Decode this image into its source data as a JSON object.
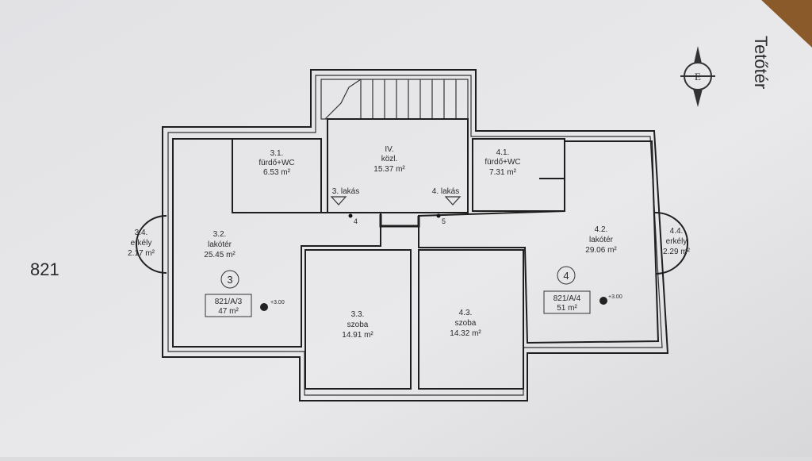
{
  "sheet": {
    "number": "821",
    "floor_title": "Tetőtér",
    "compass_letter": "E"
  },
  "rooms": {
    "r31": {
      "num": "3.1.",
      "name": "fürdő+WC",
      "area": "6.53 m²"
    },
    "r32": {
      "num": "3.2.",
      "name": "lakótér",
      "area": "25.45 m²"
    },
    "r33": {
      "num": "3.3.",
      "name": "szoba",
      "area": "14.91 m²"
    },
    "r34": {
      "num": "3.4.",
      "name": "erkély",
      "area": "2.17 m²"
    },
    "riv": {
      "num": "IV.",
      "name": "közl.",
      "area": "15.37 m²"
    },
    "r41": {
      "num": "4.1.",
      "name": "fürdő+WC",
      "area": "7.31 m²"
    },
    "r42": {
      "num": "4.2.",
      "name": "lakótér",
      "area": "29.06 m²"
    },
    "r43": {
      "num": "4.3.",
      "name": "szoba",
      "area": "14.32 m²"
    },
    "r44": {
      "num": "4.4.",
      "name": "erkély",
      "area": "2.29 m²"
    }
  },
  "units": {
    "u3": {
      "circle": "3",
      "id": "821/A/3",
      "area": "47 m²",
      "entrance": "3. lakás",
      "door_no": "4",
      "level": "+3.00"
    },
    "u4": {
      "circle": "4",
      "id": "821/A/4",
      "area": "51 m²",
      "entrance": "4. lakás",
      "door_no": "5",
      "level": "+3.00"
    }
  },
  "colors": {
    "paper": "#e6e6e8",
    "ink": "#1e1e1e",
    "wood": "#8a5a2b"
  }
}
